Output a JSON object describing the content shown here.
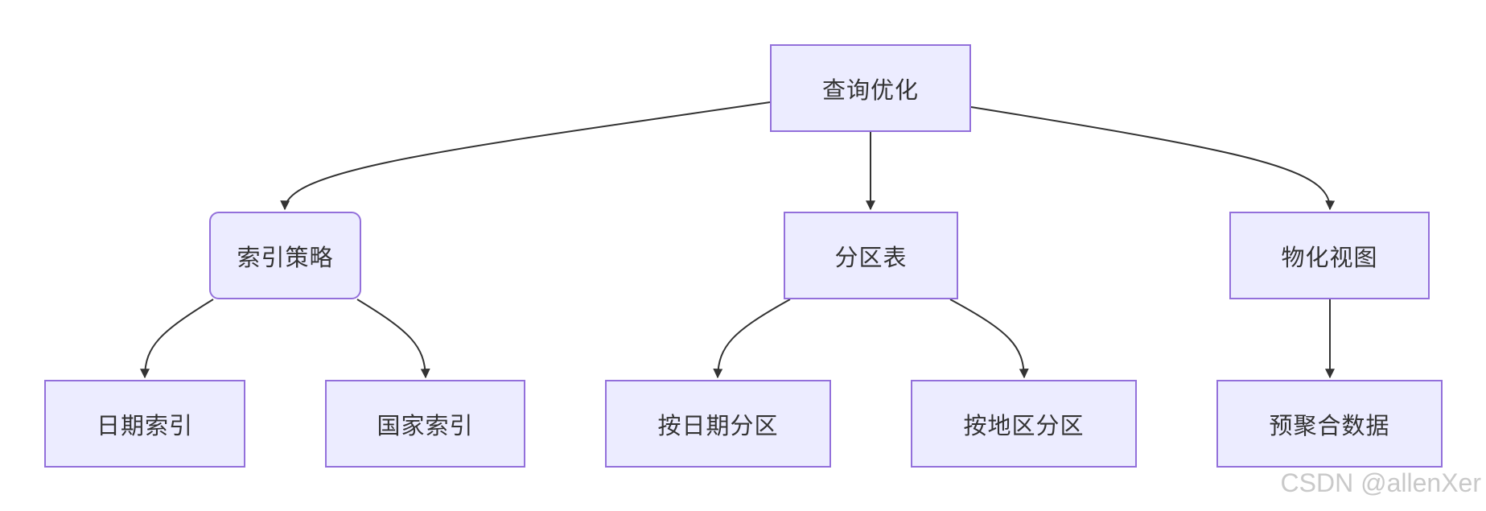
{
  "diagram": {
    "type": "flowchart",
    "colors": {
      "node_fill": "#ececff",
      "node_border": "#9370db",
      "edge": "#333333",
      "text": "#333333"
    },
    "nodes": {
      "root": "查询优化",
      "index_strategy": "索引策略",
      "partition_table": "分区表",
      "materialized_view": "物化视图",
      "date_index": "日期索引",
      "country_index": "国家索引",
      "partition_by_date": "按日期分区",
      "partition_by_region": "按地区分区",
      "pre_aggregated_data": "预聚合数据"
    },
    "edges": [
      {
        "from": "root",
        "to": "index_strategy"
      },
      {
        "from": "root",
        "to": "partition_table"
      },
      {
        "from": "root",
        "to": "materialized_view"
      },
      {
        "from": "index_strategy",
        "to": "date_index"
      },
      {
        "from": "index_strategy",
        "to": "country_index"
      },
      {
        "from": "partition_table",
        "to": "partition_by_date"
      },
      {
        "from": "partition_table",
        "to": "partition_by_region"
      },
      {
        "from": "materialized_view",
        "to": "pre_aggregated_data"
      }
    ]
  },
  "watermark": "CSDN @allenXer"
}
